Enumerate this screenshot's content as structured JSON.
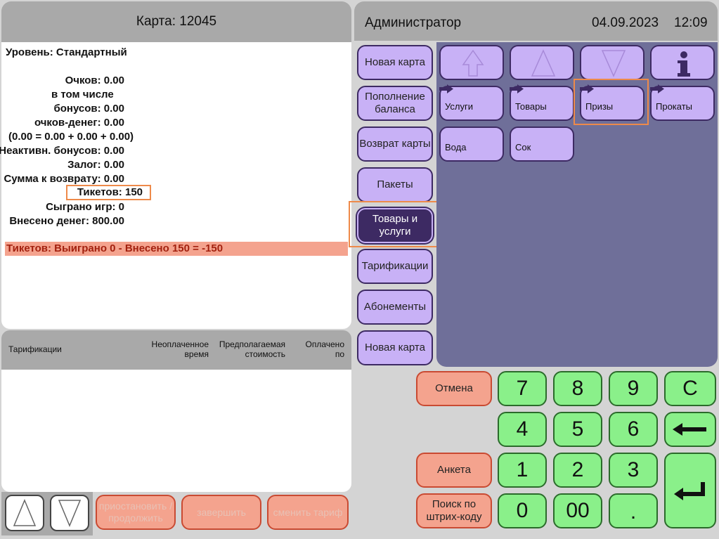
{
  "card": {
    "title": "Карта: 12045"
  },
  "info": {
    "level": "Уровень: Стандартный",
    "points": "Очков: 0.00",
    "including": "в том числе",
    "bonuses": "бонусов: 0.00",
    "money_points": "очков-денег: 0.00",
    "formula": "(0.00 = 0.00 + 0.00 + 0.00)",
    "inactive_bonuses": "Неактивн. бонусов: 0.00",
    "deposit": "Залог: 0.00",
    "refund": "Сумма к возврату: 0.00",
    "tickets": "Тикетов: 150",
    "games_played": "Сыграно игр: 0",
    "money_in": "Внесено денег: 800.00",
    "ticket_summary": "Тикетов: Выиграно 0 - Внесено 150 = -150"
  },
  "tariff_table": {
    "headers": [
      "Тарификации",
      "Неоплаченное время",
      "Предполагаемая стоимость",
      "Оплачено по"
    ]
  },
  "bottom_buttons": {
    "pause": "приостановить / продолжить",
    "finish": "завершить",
    "change_tariff": "сменить тариф"
  },
  "header": {
    "user": "Администратор",
    "date": "04.09.2023",
    "time": "12:09"
  },
  "nav": [
    "Новая карта",
    "Пополнение баланса",
    "Возврат карты",
    "Пакеты",
    "Товары и услуги",
    "Тарификации",
    "Абонементы",
    "Новая карта"
  ],
  "tiles": [
    "Услуги",
    "Товары",
    "Призы",
    "Прокаты",
    "Вода",
    "Сок"
  ],
  "keypad": {
    "k7": "7",
    "k8": "8",
    "k9": "9",
    "clear": "C",
    "k4": "4",
    "k5": "5",
    "k6": "6",
    "k1": "1",
    "k2": "2",
    "k3": "3",
    "k0": "0",
    "k00": "00",
    "dot": "."
  },
  "actions": {
    "cancel": "Отмена",
    "survey": "Анкета",
    "barcode": "Поиск по штрих-коду"
  },
  "colors": {
    "nav_fill": "#c8b1f6",
    "nav_border": "#3d2a63",
    "keypad": "#8af08a",
    "action": "#f4a38e",
    "highlight": "#ee8a4a"
  }
}
